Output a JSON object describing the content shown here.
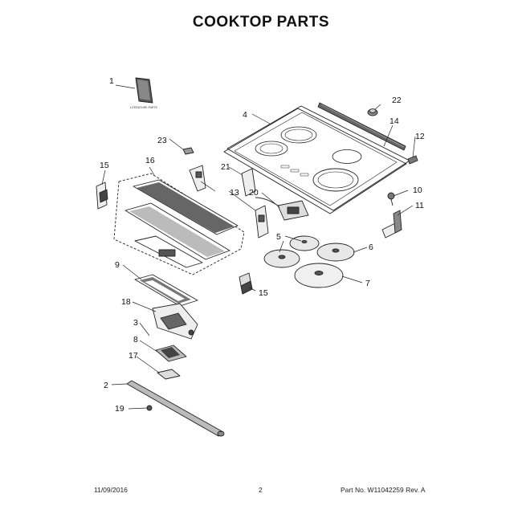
{
  "title": "COOKTOP PARTS",
  "manual_label": "LITERATURE PARTS",
  "footer": {
    "date": "11/09/2016",
    "page": "2",
    "part_number": "Part No. W11042259  Rev. A"
  },
  "callouts": [
    "1",
    "22",
    "4",
    "14",
    "12",
    "23",
    "15",
    "16",
    "21",
    "13",
    "20",
    "10",
    "11",
    "5",
    "6",
    "9",
    "15",
    "7",
    "18",
    "3",
    "8",
    "17",
    "2",
    "19"
  ]
}
